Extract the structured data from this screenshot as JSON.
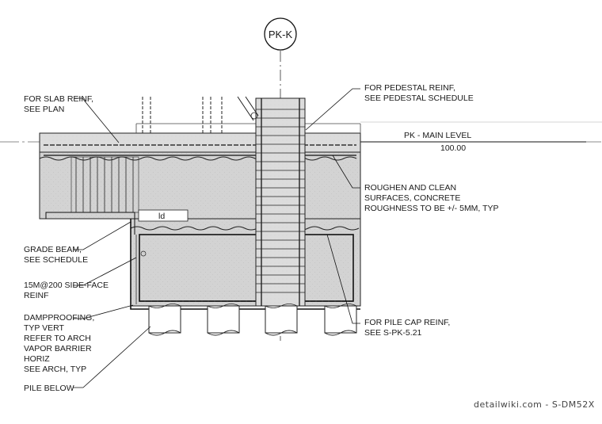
{
  "grid_bubble": "PK-K",
  "level": {
    "name": "PK - MAIN LEVEL",
    "elevation": "100.00"
  },
  "dim_label": "ld",
  "notes": {
    "slab_reinf": [
      "FOR SLAB REINF,",
      "SEE PLAN"
    ],
    "pedestal_reinf": [
      "FOR PEDESTAL REINF,",
      "SEE  PEDESTAL SCHEDULE"
    ],
    "roughen": [
      "ROUGHEN AND CLEAN",
      "SURFACES, CONCRETE",
      "ROUGHNESS TO BE +/- 5MM, TYP"
    ],
    "grade_beam": [
      "GRADE BEAM,",
      "SEE SCHEDULE"
    ],
    "side_face": [
      "15M@200 SIDE-FACE",
      "REINF"
    ],
    "dampproofing": [
      "DAMPPROOFING,",
      "TYP VERT",
      "REFER TO ARCH",
      "VAPOR BARRIER",
      "HORIZ",
      "SEE ARCH, TYP"
    ],
    "pile": [
      "PILE BELOW"
    ],
    "pile_cap": [
      "FOR PILE CAP REINF,",
      "SEE S-PK-5.21"
    ]
  },
  "watermark": "detailwiki.com - S-DM52X"
}
